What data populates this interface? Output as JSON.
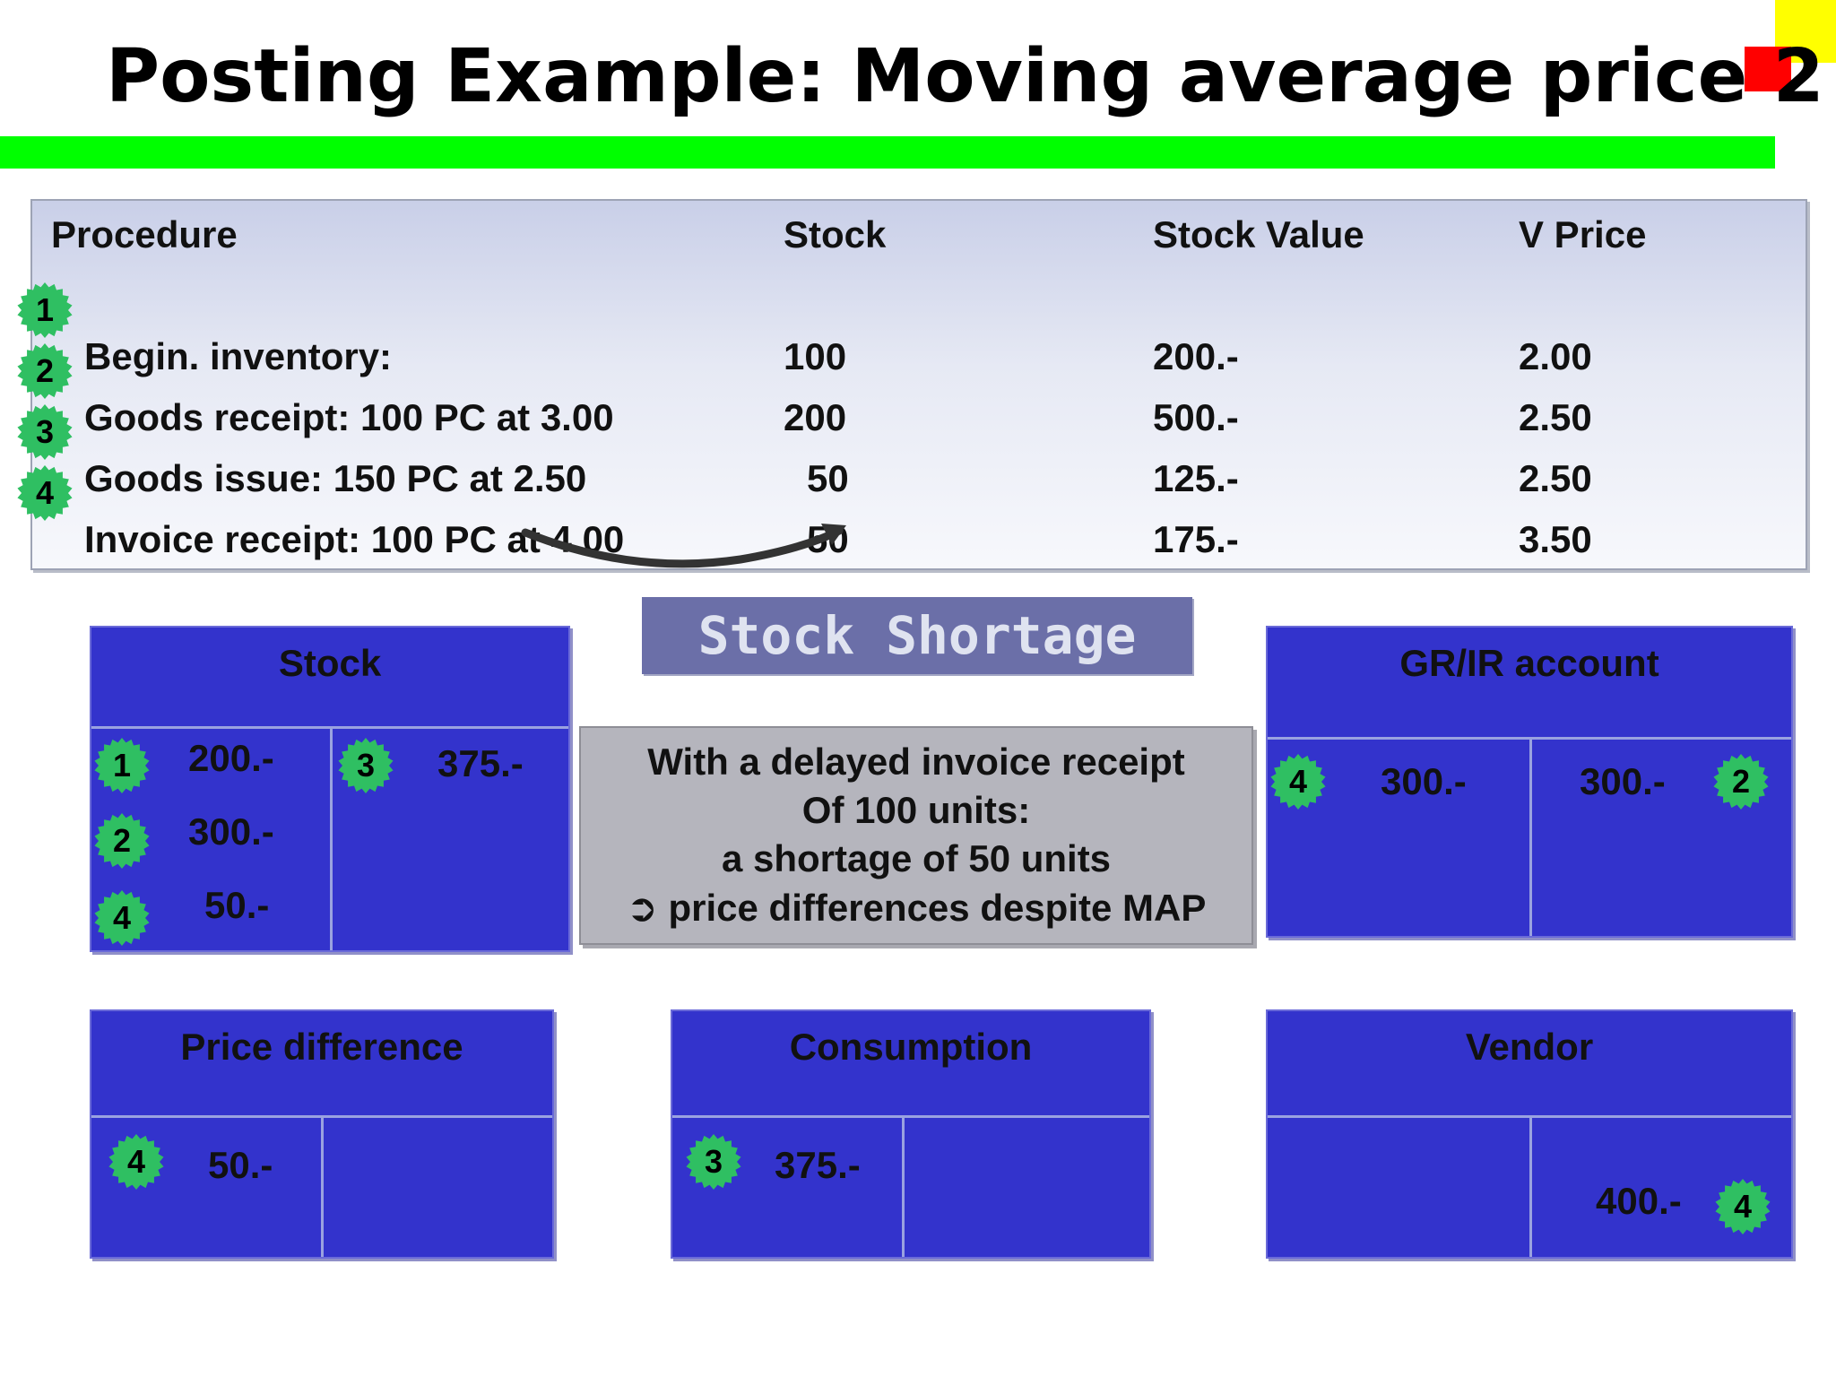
{
  "title": "Posting Example: Moving average price 2",
  "table": {
    "headers": {
      "procedure": "Procedure",
      "stock": "Stock",
      "stock_value": "Stock Value",
      "v_price": "V Price"
    },
    "rows": [
      {
        "procedure": "Begin. inventory:",
        "stock": "100",
        "stock_value": "200.-",
        "v_price": "2.00"
      },
      {
        "procedure": "Goods receipt: 100 PC at 3.00",
        "stock": "200",
        "stock_value": "500.-",
        "v_price": "2.50"
      },
      {
        "procedure": "Goods issue: 150 PC at 2.50",
        "stock": "50",
        "stock_value": "125.-",
        "v_price": "2.50"
      },
      {
        "procedure": "Invoice receipt: 100 PC at 4.00",
        "stock": "50",
        "stock_value": "175.-",
        "v_price": "3.50"
      }
    ],
    "step_badges": [
      "1",
      "2",
      "3",
      "4"
    ]
  },
  "shortage_label": "Stock Shortage",
  "info_box": {
    "lines": [
      "With a delayed invoice receipt",
      "Of 100 units:",
      "a shortage of 50 units",
      "➲ price differences despite MAP"
    ]
  },
  "accounts": {
    "stock": {
      "title": "Stock",
      "debit": [
        {
          "step": "1",
          "amount": "200.-"
        },
        {
          "step": "2",
          "amount": "300.-"
        },
        {
          "step": "4",
          "amount": "50.-"
        }
      ],
      "credit": [
        {
          "step": "3",
          "amount": "375.-"
        }
      ]
    },
    "grir": {
      "title": "GR/IR account",
      "debit": [
        {
          "step": "4",
          "amount": "300.-"
        }
      ],
      "credit": [
        {
          "step": "2",
          "amount": "300.-"
        }
      ]
    },
    "price_difference": {
      "title": "Price difference",
      "debit": [
        {
          "step": "4",
          "amount": "50.-"
        }
      ]
    },
    "consumption": {
      "title": "Consumption",
      "debit": [
        {
          "step": "3",
          "amount": "375.-"
        }
      ]
    },
    "vendor": {
      "title": "Vendor",
      "credit": [
        {
          "step": "4",
          "amount": "400.-"
        }
      ]
    }
  },
  "colors": {
    "green_bar": "#00ff00",
    "account_blue": "#3333cc",
    "badge_green": "#2fbf62",
    "red_square": "#ff0000",
    "yellow_square": "#ffff00"
  }
}
